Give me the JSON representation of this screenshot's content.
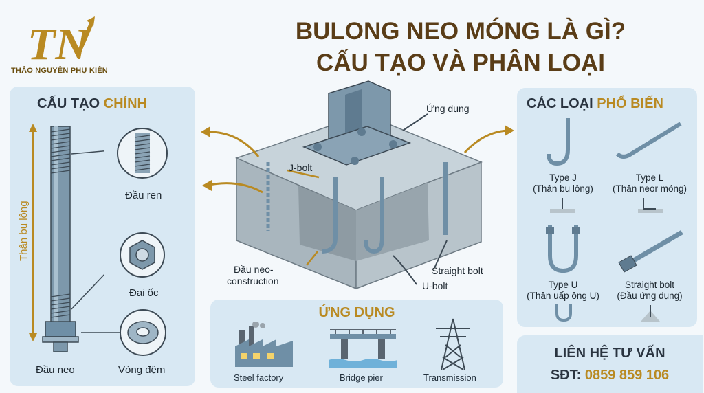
{
  "brand": {
    "name": "THẢO NGUYÊN PHỤ KIỆN",
    "logo_text": "TN"
  },
  "title": {
    "line1": "BULONG NEO MÓNG LÀ GÌ?",
    "line2": "CẤU TẠO VÀ PHÂN LOẠI"
  },
  "structure": {
    "heading_a": "CẤU TẠO",
    "heading_b": "CHÍNH",
    "shaft_label": "Thân bu lông",
    "parts": [
      "Đầu ren",
      "Đai ốc",
      "Vòng đệm",
      "Đầu neo"
    ]
  },
  "diagram": {
    "labels": {
      "application": "Ứng dụng",
      "jbolt": "J-bolt",
      "anchor_line1": "Đầu neo-",
      "anchor_line2": "construction",
      "ubolt": "U-bolt",
      "straight": "Straight bolt"
    }
  },
  "types": {
    "heading_a": "CÁC LOẠI",
    "heading_b": "PHỔ BIẾN",
    "items": [
      {
        "name": "Type J",
        "desc": "(Thân bu lông)"
      },
      {
        "name": "Type L",
        "desc": "(Thân neor móng)"
      },
      {
        "name": "Type U",
        "desc": "(Thân uấp ông U)"
      },
      {
        "name": "Straight bolt",
        "desc": "(Đầu ứng dụng)"
      }
    ]
  },
  "applications": {
    "heading": "ỨNG DỤNG",
    "items": [
      "Steel factory",
      "Bridge pier",
      "Transmission"
    ]
  },
  "contact": {
    "heading": "LIÊN HỆ TƯ VẤN",
    "phone_label": "SĐT:",
    "phone": "0859 859 106"
  },
  "colors": {
    "accent": "#b98a22",
    "title": "#5a3d17",
    "panel": "#d8e8f3",
    "steel": "#6f8fa6"
  }
}
